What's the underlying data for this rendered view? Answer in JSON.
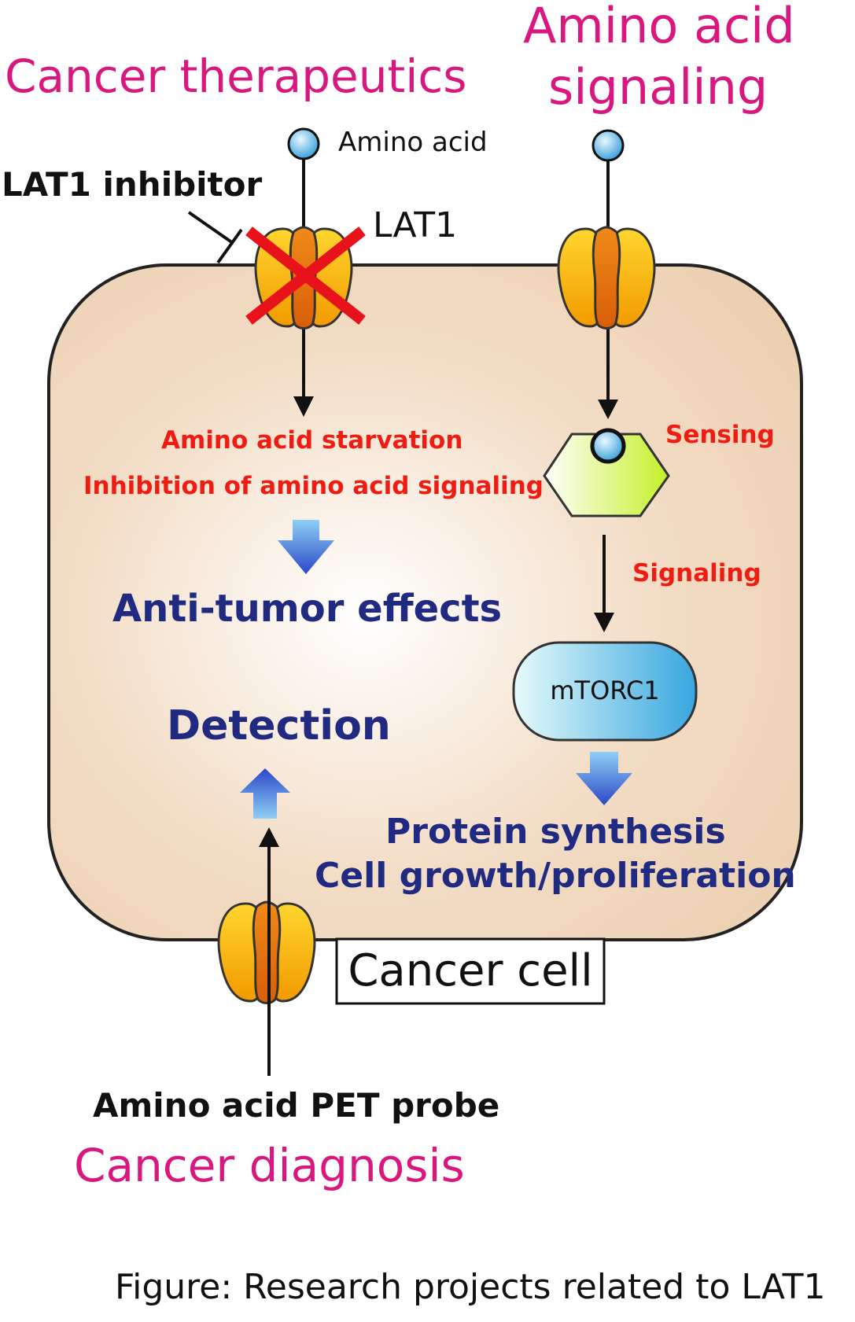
{
  "headings": {
    "cancer_therapeutics": "Cancer therapeutics",
    "amino_acid_signaling_line1": "Amino acid",
    "amino_acid_signaling_line2": "signaling",
    "cancer_diagnosis": "Cancer diagnosis"
  },
  "labels": {
    "amino_acid": "Amino acid",
    "lat1": "LAT1",
    "lat1_inhibitor": "LAT1 inhibitor",
    "amino_acid_starvation": "Amino acid starvation",
    "inhibition_signaling": "Inhibition of amino acid signaling",
    "anti_tumor": "Anti-tumor effects",
    "sensing": "Sensing",
    "signaling": "Signaling",
    "mtorc1": "mTORC1",
    "detection": "Detection",
    "protein_synthesis": "Protein synthesis",
    "cell_growth": "Cell growth/proliferation",
    "cancer_cell": "Cancer cell",
    "pet_probe": "Amino acid PET probe"
  },
  "caption": "Figure: Research projects related to LAT1",
  "colors": {
    "heading_magenta": "#d8187f",
    "red_text": "#ee1c12",
    "navy_text": "#1f2a80",
    "cell_fill": "#efd4b8",
    "transporter_orange": "#f5a500",
    "transporter_core": "#e06a10",
    "mtorc1_blue": "#3aa8e0",
    "sensor_green": "#c8f03a",
    "inhibit_cross": "#e8121b"
  }
}
